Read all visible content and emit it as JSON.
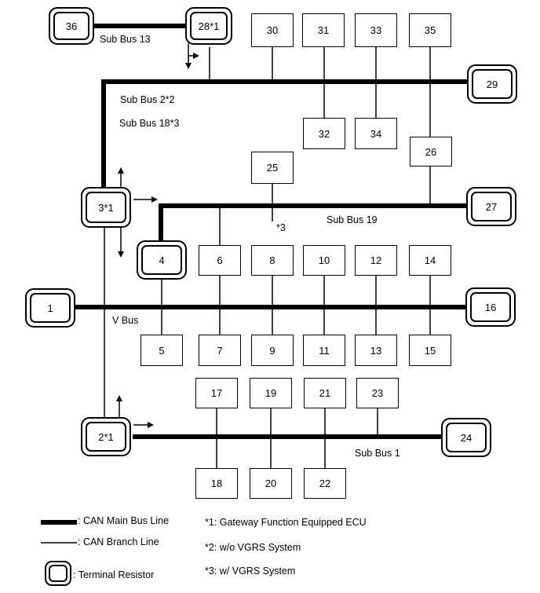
{
  "nodes": {
    "n1": "1",
    "n2": "2*1",
    "n3": "3*1",
    "n4": "4",
    "n5": "5",
    "n6": "6",
    "n7": "7",
    "n8": "8",
    "n9": "9",
    "n10": "10",
    "n11": "11",
    "n12": "12",
    "n13": "13",
    "n14": "14",
    "n15": "15",
    "n16": "16",
    "n17": "17",
    "n18": "18",
    "n19": "19",
    "n20": "20",
    "n21": "21",
    "n22": "22",
    "n23": "23",
    "n24": "24",
    "n25": "25",
    "n26": "26",
    "n27": "27",
    "n28": "28*1",
    "n29": "29",
    "n30": "30",
    "n31": "31",
    "n32": "32",
    "n33": "33",
    "n34": "34",
    "n35": "35",
    "n36": "36"
  },
  "bus_labels": {
    "sub_bus_13": "Sub Bus 13",
    "sub_bus_2": "Sub Bus 2*2",
    "sub_bus_18": "Sub Bus 18*3",
    "sub_bus_19": "Sub Bus 19",
    "v_bus": "V Bus",
    "sub_bus_1": "Sub Bus 1",
    "note_3": "*3"
  },
  "legend": {
    "main_bus": ": CAN Main Bus Line",
    "branch": ": CAN Branch Line",
    "terminal": ": Terminal Resistor"
  },
  "notes": {
    "n1": "*1: Gateway Function Equipped ECU",
    "n2": "*2: w/o VGRS System",
    "n3": "*3: w/ VGRS System"
  }
}
